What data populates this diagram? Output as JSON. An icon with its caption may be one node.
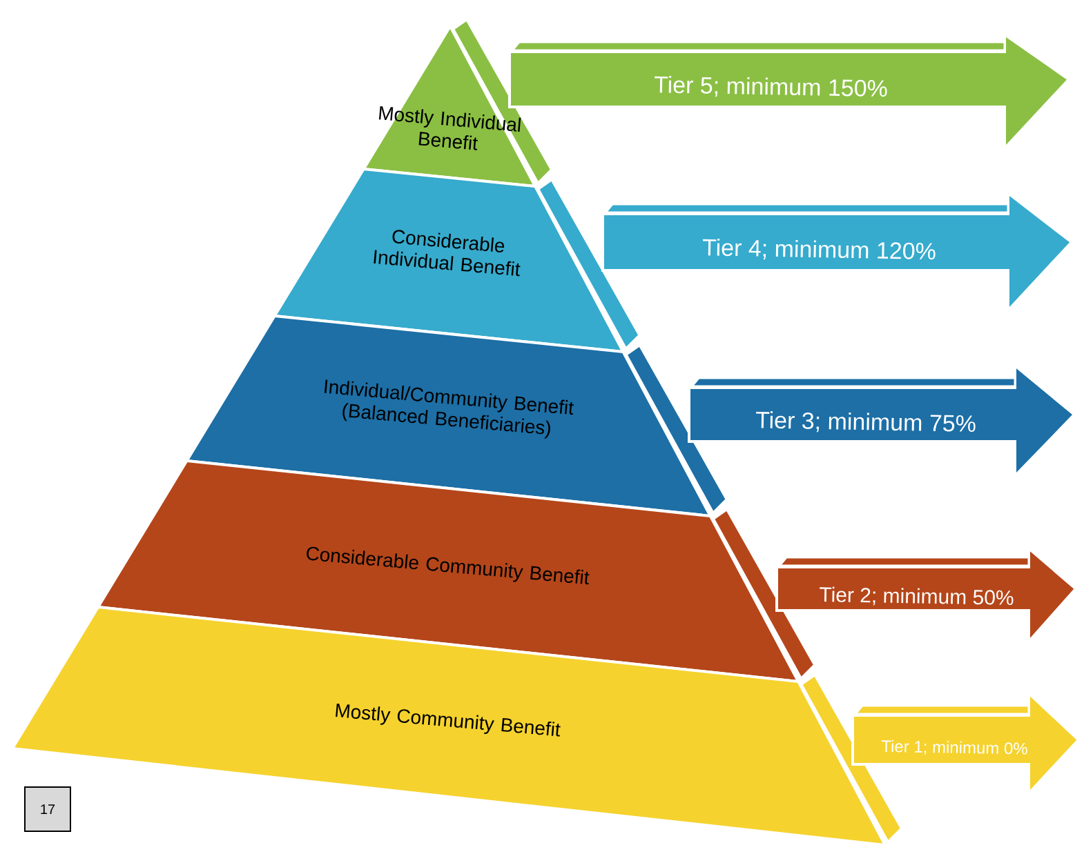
{
  "diagram": {
    "nodes": [
      {
        "text": [
          "Mostly Individual Benefit"
        ]
      },
      {
        "text": [
          "Considerable Individual Benefit"
        ]
      },
      {
        "text": [
          "Individual/Community Benefit (Balanced Beneficiaries)"
        ]
      },
      {
        "text": [
          "Considerable Community Benefit"
        ]
      },
      {
        "text": [
          "Mostly Community Benefit"
        ]
      },
      {
        "text": [
          "Tier 5; minimum 150%"
        ]
      },
      {
        "text": [
          "Tier 4; minimum 120%"
        ]
      },
      {
        "text": [
          "Tier 3; minimum 75%"
        ]
      },
      {
        "text": [
          "Tier 2; minimum 50%"
        ]
      },
      {
        "text": [
          "Tier 1; minimum 0%"
        ]
      },
      {
        "text": [
          "17"
        ]
      }
    ]
  }
}
